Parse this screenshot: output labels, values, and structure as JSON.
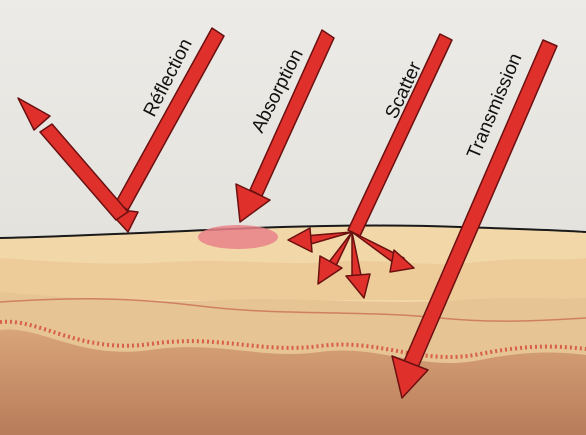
{
  "labels": {
    "reflection": "Réflection",
    "absorption": "Absorption",
    "scatter": "Scatter",
    "transmission": "Transmission"
  },
  "colors": {
    "arrow_fill": "#e0302c",
    "arrow_stroke": "#6a1010",
    "background": "#e9e6e1",
    "skin_surface": "#f3d6a8",
    "dermis": "#e8c490",
    "deep_tissue": "#c98f69",
    "absorption_spot": "#e9818a",
    "dotted_layer": "#d86048"
  },
  "icons": {
    "reflection": "double-headed-arrow",
    "absorption": "arrow",
    "scatter": "arrow-with-scattered-arrowheads",
    "transmission": "arrow"
  }
}
